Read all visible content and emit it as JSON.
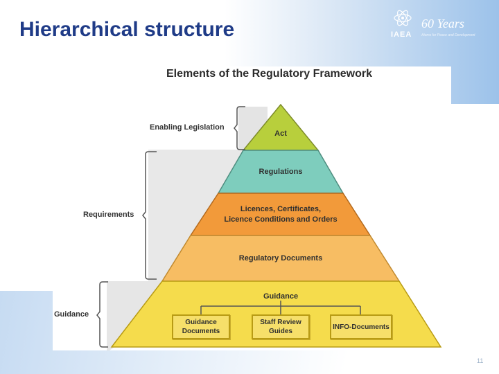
{
  "slide": {
    "title": "Hierarchical structure",
    "page_number": "11"
  },
  "logo": {
    "org": "IAEA",
    "years": "60 Years",
    "tagline": "Atoms for Peace and Development"
  },
  "figure": {
    "title": "Elements of the Regulatory Framework",
    "tiers": [
      {
        "label": "Act",
        "color": "#b8cf3c"
      },
      {
        "label": "Regulations",
        "color": "#7ecdbd"
      },
      {
        "label_line1": "Licences, Certificates,",
        "label_line2": "Licence Conditions and Orders",
        "color": "#f29a3a"
      },
      {
        "label": "Regulatory Documents",
        "color": "#f7bd63"
      },
      {
        "label": "Guidance",
        "color": "#f5dc4c"
      }
    ],
    "guidance_items": [
      {
        "line1": "Guidance",
        "line2": "Documents"
      },
      {
        "line1": "Staff Review",
        "line2": "Guides"
      },
      {
        "line1": "INFO-Documents",
        "line2": ""
      }
    ],
    "groups": [
      {
        "label": "Enabling Legislation"
      },
      {
        "label": "Requirements"
      },
      {
        "label": "Guidance"
      }
    ]
  }
}
